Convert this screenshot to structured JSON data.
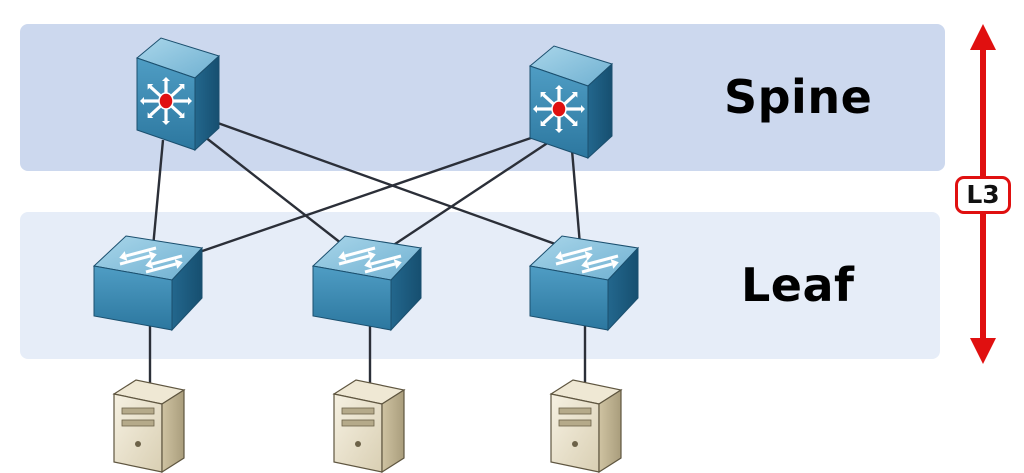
{
  "diagram": {
    "layers": {
      "spine": {
        "label": "Spine"
      },
      "leaf": {
        "label": "Leaf"
      }
    },
    "scope_badge": {
      "label": "L3"
    },
    "nodes": [
      {
        "id": "spine-1",
        "kind": "multilayer-switch",
        "layer": "spine"
      },
      {
        "id": "spine-2",
        "kind": "multilayer-switch",
        "layer": "spine"
      },
      {
        "id": "leaf-1",
        "kind": "switch",
        "layer": "leaf"
      },
      {
        "id": "leaf-2",
        "kind": "switch",
        "layer": "leaf"
      },
      {
        "id": "leaf-3",
        "kind": "switch",
        "layer": "leaf"
      },
      {
        "id": "server-1",
        "kind": "server",
        "layer": "host"
      },
      {
        "id": "server-2",
        "kind": "server",
        "layer": "host"
      },
      {
        "id": "server-3",
        "kind": "server",
        "layer": "host"
      }
    ],
    "links": [
      [
        "spine-1",
        "leaf-1"
      ],
      [
        "spine-1",
        "leaf-2"
      ],
      [
        "spine-1",
        "leaf-3"
      ],
      [
        "spine-2",
        "leaf-1"
      ],
      [
        "spine-2",
        "leaf-2"
      ],
      [
        "spine-2",
        "leaf-3"
      ],
      [
        "leaf-1",
        "server-1"
      ],
      [
        "leaf-2",
        "server-2"
      ],
      [
        "leaf-3",
        "server-3"
      ]
    ],
    "colors": {
      "switch_face": "#3d89b0",
      "switch_side": "#1d5f84",
      "switch_top": "#8cc4de",
      "arrow": "#e01010",
      "link": "#2b2f38",
      "server_front": "#ece4ce",
      "server_side": "#c9bc9a"
    }
  }
}
